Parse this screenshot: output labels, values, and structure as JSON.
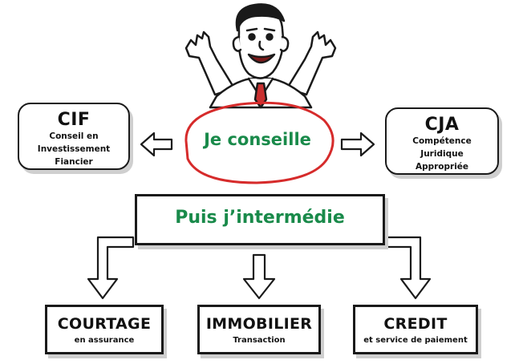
{
  "center": {
    "label": "Je conseille"
  },
  "left_box": {
    "title": "CIF",
    "lines": [
      "Conseil en",
      "Investissement",
      "Fiancier"
    ]
  },
  "right_box": {
    "title": "CJA",
    "lines": [
      "Compétence",
      "Juridique",
      "Appropriée"
    ]
  },
  "middle_box": {
    "title": "Puis j’intermédie"
  },
  "bottom_boxes": [
    {
      "title": "COURTAGE",
      "subtitle": "en assurance"
    },
    {
      "title": "IMMOBILIER",
      "subtitle": "Transaction"
    },
    {
      "title": "CREDIT",
      "subtitle": "et service de paiement"
    }
  ],
  "colors": {
    "accent_green": "#198a4a",
    "ellipse_red": "#d62b2b",
    "stroke": "#1a1a1a"
  }
}
